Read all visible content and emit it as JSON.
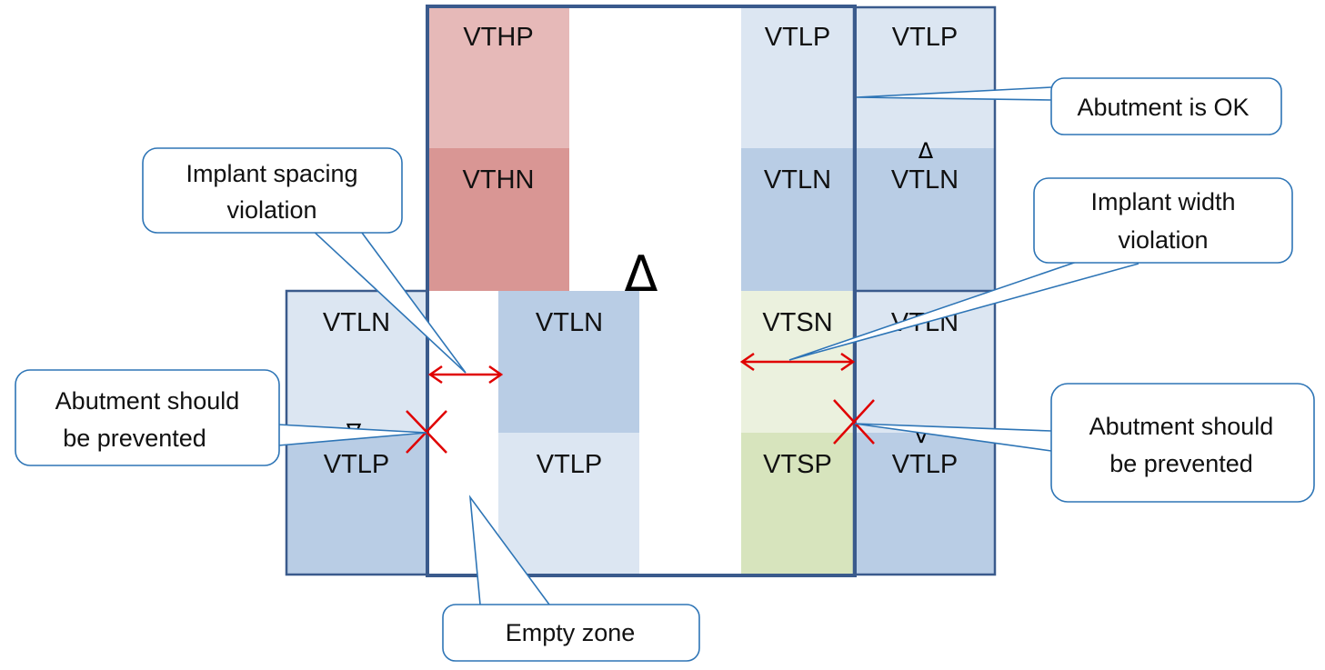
{
  "colors": {
    "vthp": "#e6b9b8",
    "vthn": "#d99694",
    "vtlp": "#dce6f2",
    "vtln": "#b9cde5",
    "vtsn": "#ebf1de",
    "vtsp": "#d7e4bd",
    "outline": "#3a5a8c",
    "callout_border": "#2e75b6",
    "violation": "#e00000"
  },
  "cells": {
    "vthp": "VTHP",
    "vthn": "VTHN",
    "vtlp_top_mid": "VTLP",
    "vtln_mid": "VTLN",
    "vtlp_top_right": "VTLP",
    "vtln_top_right": "VTLN",
    "vtln_left": "VTLN",
    "vtlp_left": "VTLP",
    "vtln_center": "VTLN",
    "vtlp_center": "VTLP",
    "vtsn": "VTSN",
    "vtsp": "VTSP",
    "vtln_bottom_right": "VTLN",
    "vtlp_bottom_right": "VTLP"
  },
  "markers": {
    "large_delta": "Δ",
    "small_delta": "Δ",
    "down_triangle": "∇"
  },
  "callouts": {
    "abutment_ok": "Abutment  is OK",
    "spacing_line1": "Implant spacing",
    "spacing_line2": "violation",
    "width_line1": "Implant width",
    "width_line2": "violation",
    "prevent_left_line1": "Abutment  should",
    "prevent_left_line2": "be prevented",
    "prevent_right_line1": "Abutment  should",
    "prevent_right_line2": "be prevented",
    "empty_zone": "Empty zone"
  }
}
